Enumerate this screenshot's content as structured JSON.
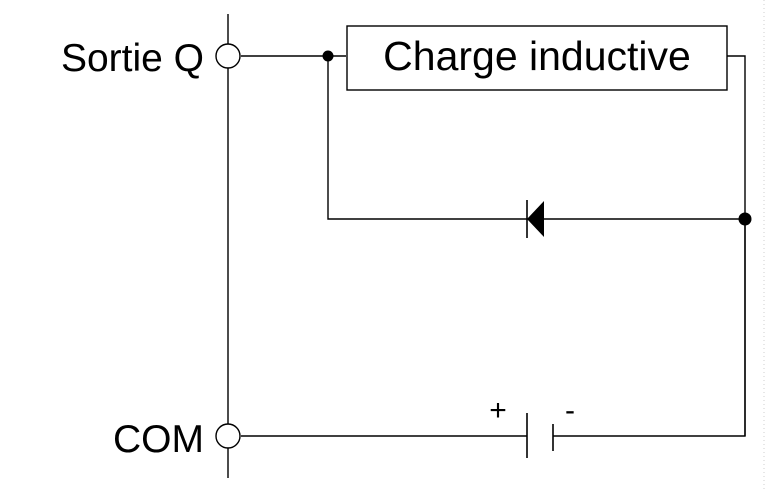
{
  "diagram": {
    "labels": {
      "output": "Sortie Q",
      "common": "COM",
      "load": "Charge inductive",
      "plus": "+",
      "minus": "-"
    },
    "components": {
      "load": "inductive-load",
      "diode": "freewheeling-diode",
      "supply": "dc-source"
    },
    "colors": {
      "line": "#000000",
      "background": "#ffffff"
    }
  }
}
